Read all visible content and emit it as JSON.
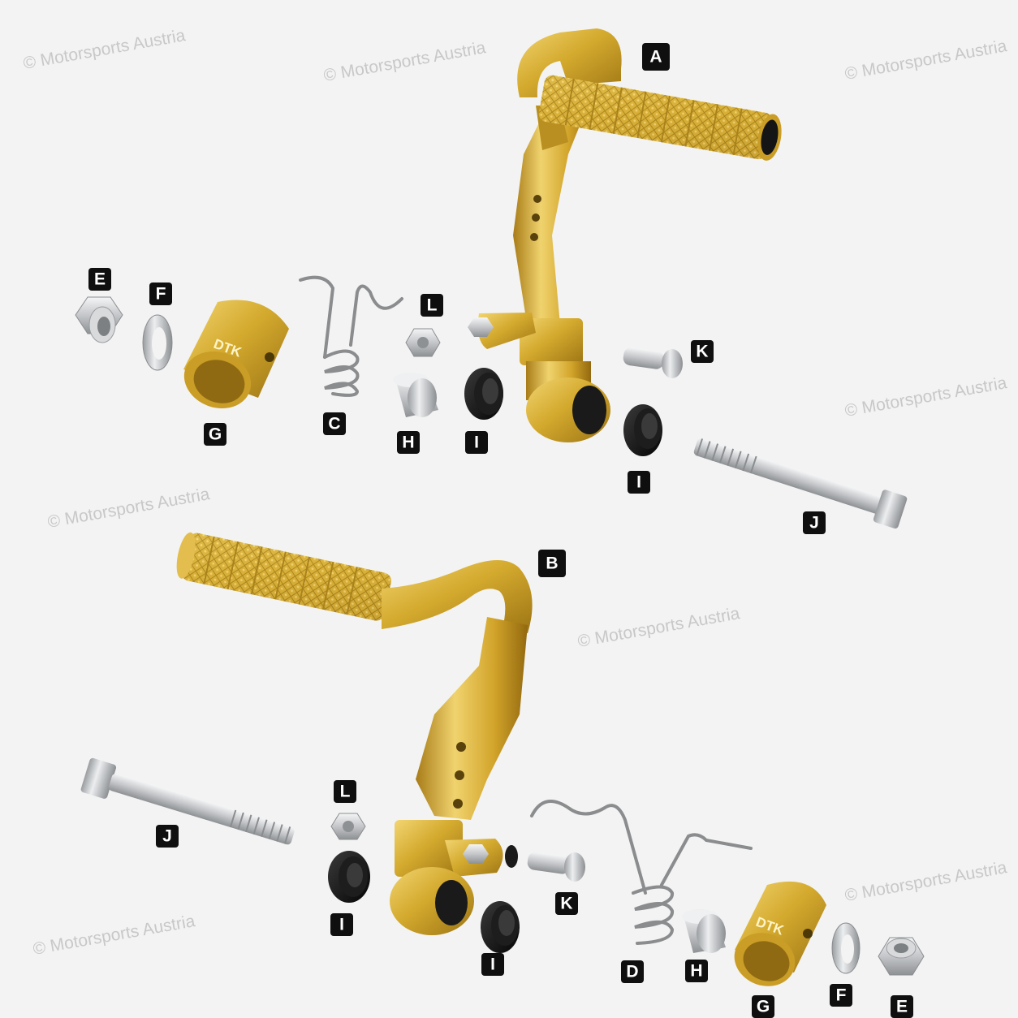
{
  "watermark": "© Motorsports Austria",
  "cap_logo": "DTK",
  "labels": {
    "A": "A",
    "B": "B",
    "C": "C",
    "D": "D",
    "E": "E",
    "F": "F",
    "G": "G",
    "H": "H",
    "I": "I",
    "J": "J",
    "K": "K",
    "L": "L"
  },
  "colors": {
    "background": "#f3f3f3",
    "gold": "#d4aa2e",
    "steel": "#c9cbcd",
    "black_bushing": "#151515",
    "label_bg": "#0f0f0f"
  }
}
